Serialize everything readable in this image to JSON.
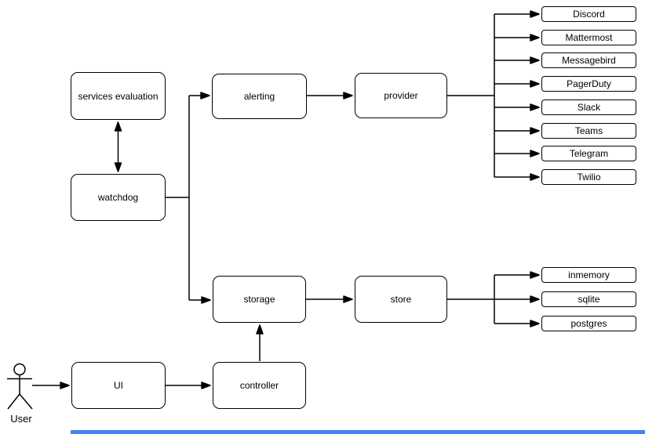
{
  "nodes": {
    "services_evaluation": "services evaluation",
    "watchdog": "watchdog",
    "alerting": "alerting",
    "provider": "provider",
    "storage": "storage",
    "store": "store",
    "ui": "UI",
    "controller": "controller"
  },
  "providers": [
    "Discord",
    "Mattermost",
    "Messagebird",
    "PagerDuty",
    "Slack",
    "Teams",
    "Telegram",
    "Twilio"
  ],
  "stores": [
    "inmemory",
    "sqlite",
    "postgres"
  ],
  "actor": {
    "label": "User",
    "icon": "user-stick-figure-icon"
  },
  "edges": [
    {
      "from": "services evaluation",
      "to": "watchdog",
      "type": "bidirectional"
    },
    {
      "from": "watchdog",
      "to": "alerting",
      "type": "arrow"
    },
    {
      "from": "watchdog",
      "to": "storage",
      "type": "arrow"
    },
    {
      "from": "alerting",
      "to": "provider",
      "type": "arrow"
    },
    {
      "from": "provider",
      "to": "Discord",
      "type": "arrow"
    },
    {
      "from": "provider",
      "to": "Mattermost",
      "type": "arrow"
    },
    {
      "from": "provider",
      "to": "Messagebird",
      "type": "arrow"
    },
    {
      "from": "provider",
      "to": "PagerDuty",
      "type": "arrow"
    },
    {
      "from": "provider",
      "to": "Slack",
      "type": "arrow"
    },
    {
      "from": "provider",
      "to": "Teams",
      "type": "arrow"
    },
    {
      "from": "provider",
      "to": "Telegram",
      "type": "arrow"
    },
    {
      "from": "provider",
      "to": "Twilio",
      "type": "arrow"
    },
    {
      "from": "storage",
      "to": "store",
      "type": "arrow"
    },
    {
      "from": "store",
      "to": "inmemory",
      "type": "arrow"
    },
    {
      "from": "store",
      "to": "sqlite",
      "type": "arrow"
    },
    {
      "from": "store",
      "to": "postgres",
      "type": "arrow"
    },
    {
      "from": "controller",
      "to": "storage",
      "type": "arrow"
    },
    {
      "from": "UI",
      "to": "controller",
      "type": "arrow"
    },
    {
      "from": "User",
      "to": "UI",
      "type": "arrow"
    }
  ],
  "colors": {
    "stroke": "#000000",
    "node_fill": "#ffffff",
    "background": "#ffffff",
    "scrollbar_blue": "#4285f4"
  }
}
